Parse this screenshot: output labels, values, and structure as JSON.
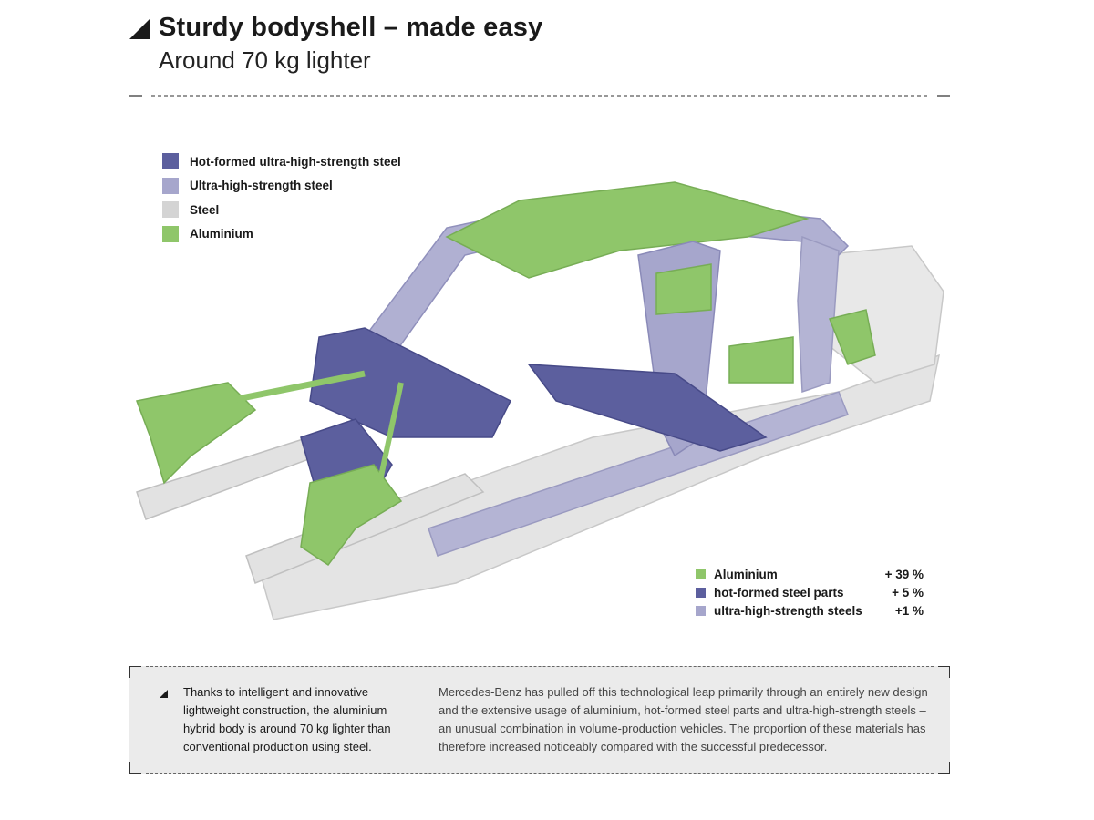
{
  "header": {
    "title": "Sturdy bodyshell – made easy",
    "subtitle": "Around 70 kg lighter"
  },
  "legend": [
    {
      "label": "Hot-formed ultra-high-strength steel",
      "color": "#5c5f9e"
    },
    {
      "label": "Ultra-high-strength steel",
      "color": "#a6a6cc"
    },
    {
      "label": "Steel",
      "color": "#d4d4d4"
    },
    {
      "label": "Aluminium",
      "color": "#8fc66a"
    }
  ],
  "stats": [
    {
      "label": "Aluminium",
      "value": "+ 39 %",
      "color": "#8fc66a"
    },
    {
      "label": "hot-formed steel parts",
      "value": "+ 5 %",
      "color": "#5c5f9e"
    },
    {
      "label": "ultra-high-strength steels",
      "value": "+1 %",
      "color": "#a6a6cc"
    }
  ],
  "info": {
    "left_text": "Thanks to intelligent and innovative lightweight construction, the aluminium hybrid body is around 70 kg lighter than conventional production using steel.",
    "right_text": "Mercedes-Benz has pulled off this technological leap primarily through an entirely new design and the extensive usage of aluminium, hot-formed steel parts and ultra-high-strength steels – an unusual combination in volume-production vehicles. The proportion of these materials has therefore increased noticeably compared with the successful predecessor."
  }
}
